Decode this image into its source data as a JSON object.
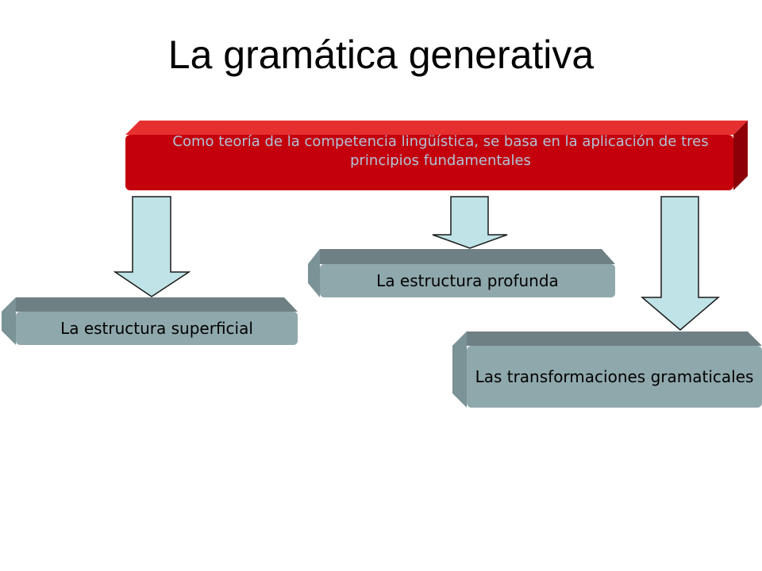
{
  "title": "La gramática generativa",
  "main_box": {
    "text": "Como teoría de la competencia lingüística, se basa en la aplicación de tres principios fundamentales"
  },
  "branches": [
    {
      "text": "La estructura superficial"
    },
    {
      "text": "La estructura profunda"
    },
    {
      "text": "Las transformaciones gramaticales"
    }
  ],
  "colors": {
    "main_front": "#c4000c",
    "main_top": "#e63030",
    "main_side": "#8e0008",
    "main_text": "#b0c4d8",
    "branch_front": "#8fa8ac",
    "branch_top": "#6f8084",
    "branch_side": "#7b9296",
    "arrow_fill": "#bfe3e6",
    "arrow_stroke": "#1a1a1a"
  }
}
